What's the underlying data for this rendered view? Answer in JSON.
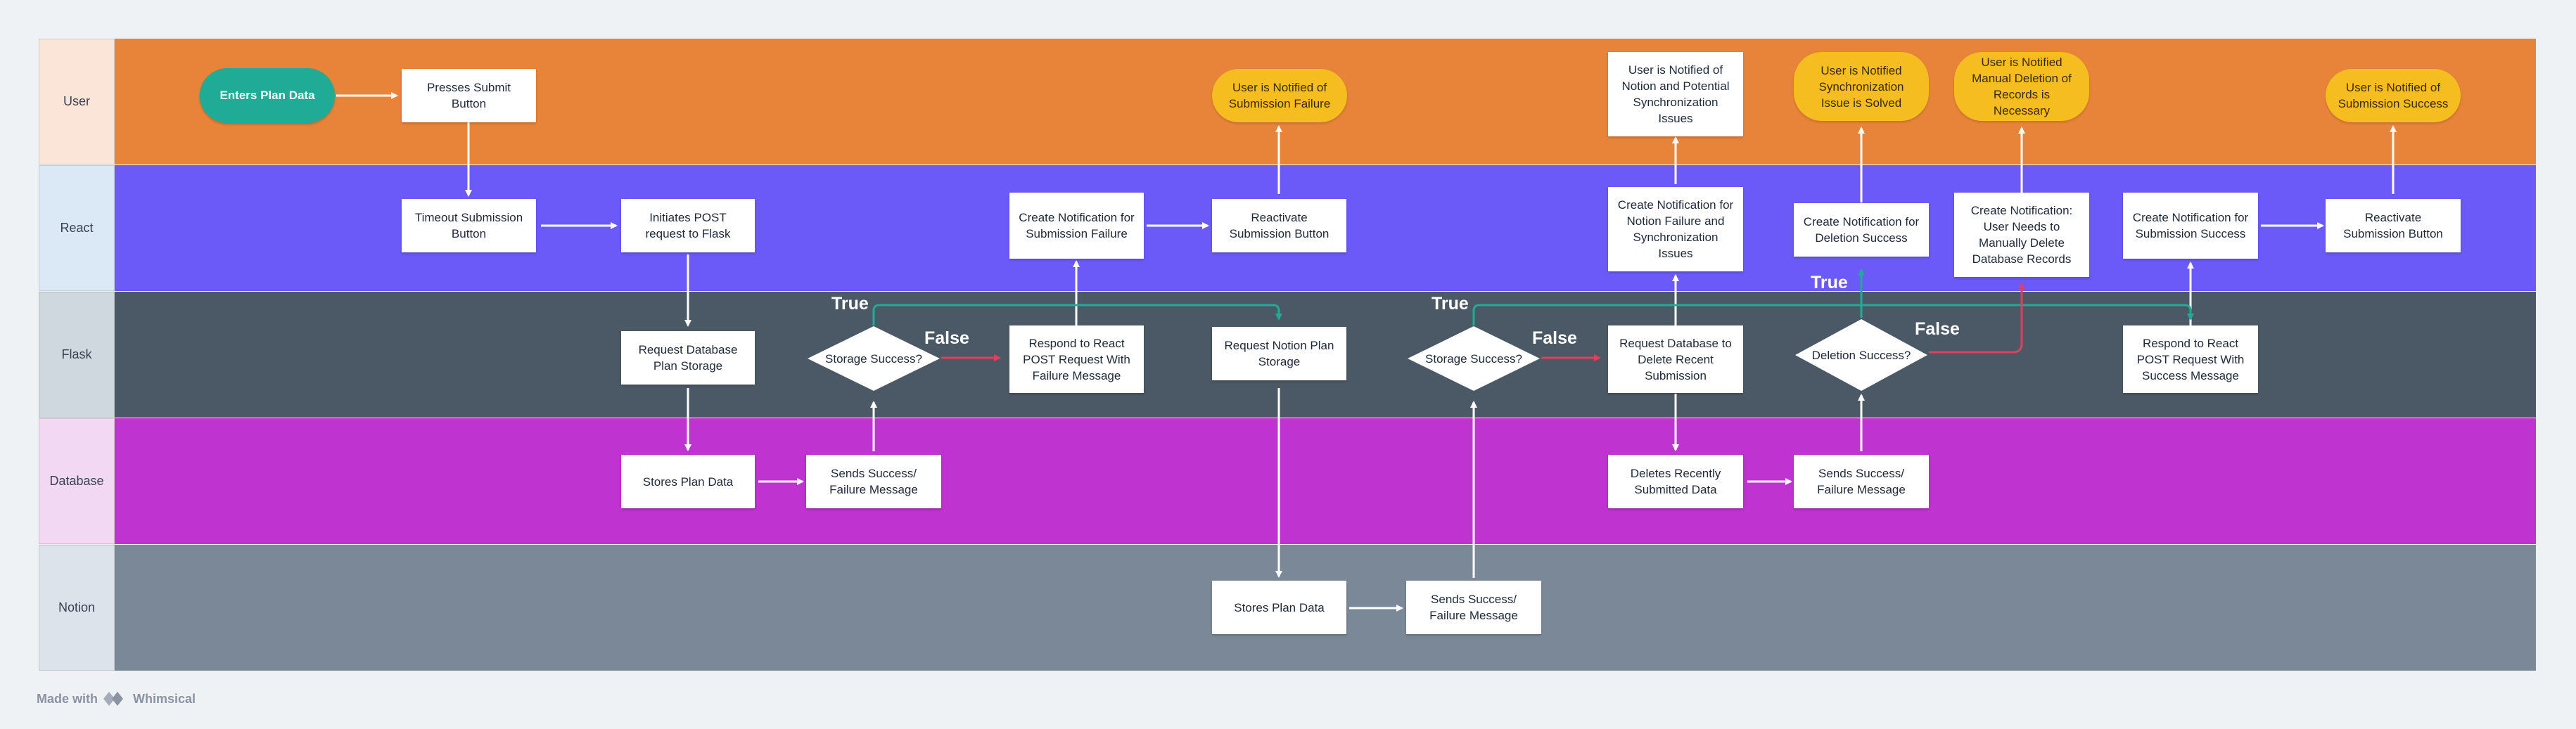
{
  "lanes": [
    {
      "label": "User",
      "label_bg": "#fbe4d8",
      "bg": "#e8833a"
    },
    {
      "label": "React",
      "label_bg": "#dbe8f6",
      "bg": "#6b5af8"
    },
    {
      "label": "Flask",
      "label_bg": "#cfd8df",
      "bg": "#4b5966"
    },
    {
      "label": "Database",
      "label_bg": "#f2d8f2",
      "bg": "#bf33d1"
    },
    {
      "label": "Notion",
      "label_bg": "#dde3ea",
      "bg": "#7a8898"
    }
  ],
  "user": {
    "enters_plan_data": "Enters Plan Data",
    "presses_submit": "Presses Submit Button",
    "notified_submission_failure": "User is Notified of Submission Failure",
    "notified_notion_issues": "User is Notified of Notion and Potential Synchronization Issues",
    "notified_sync_solved": "User is Notified Synchronization Issue is Solved",
    "notified_manual_deletion": "User is Notified Manual Deletion of Records is Necessary",
    "notified_submission_success": "User is Notified of Submission Success"
  },
  "react": {
    "timeout_submit": "Timeout Submission Button",
    "initiates_post": "Initiates POST request to Flask",
    "create_notif_failure": "Create Notification for Submission Failure",
    "reactivate_1": "Reactivate Submission Button",
    "create_notif_notion": "Create Notification for Notion Failure and Synchronization Issues",
    "create_notif_deletion_success": "Create Notification for Deletion Success",
    "create_notif_manual_delete": "Create Notification: User Needs to Manually Delete Database Records",
    "create_notif_success": "Create Notification for Submission Success",
    "reactivate_2": "Reactivate Submission Button"
  },
  "flask": {
    "request_db_storage": "Request Database Plan Storage",
    "storage_success_1": "Storage Success?",
    "respond_failure": "Respond to React POST Request With Failure Message",
    "request_notion_storage": "Request Notion Plan Storage",
    "storage_success_2": "Storage Success?",
    "request_db_delete": "Request Database to Delete Recent Submission",
    "deletion_success": "Deletion Success?",
    "respond_success": "Respond to React POST Request With Success Message"
  },
  "database": {
    "stores_plan_data": "Stores Plan Data",
    "sends_success_failure_1": "Sends Success/ Failure Message",
    "deletes_recent": "Deletes Recently Submitted Data",
    "sends_success_failure_2": "Sends Success/ Failure Message"
  },
  "notion": {
    "stores_plan_data": "Stores Plan Data",
    "sends_success_failure": "Sends Success/ Failure Message"
  },
  "edge_labels": {
    "true_1": "True",
    "false_1": "False",
    "true_2": "True",
    "false_2": "False",
    "true_3": "True",
    "false_3": "False"
  },
  "colors": {
    "arrow": "#ffffff",
    "true_path": "#1fab95",
    "false_path": "#e0405a",
    "decision": "#ffffff"
  },
  "footer": {
    "made_with": "Made with",
    "brand": "Whimsical"
  }
}
